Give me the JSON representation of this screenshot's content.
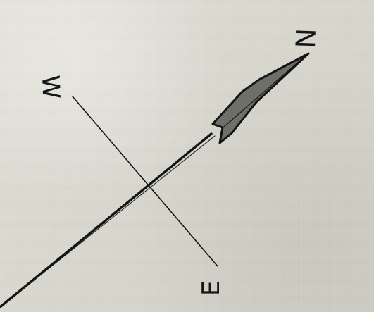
{
  "drawing": {
    "labels": {
      "north": "N",
      "west": "W",
      "east": "E"
    },
    "colors": {
      "paper": "#dcdbd2",
      "ink": "#141414",
      "arrow_fill": "#6f6f6a"
    }
  }
}
